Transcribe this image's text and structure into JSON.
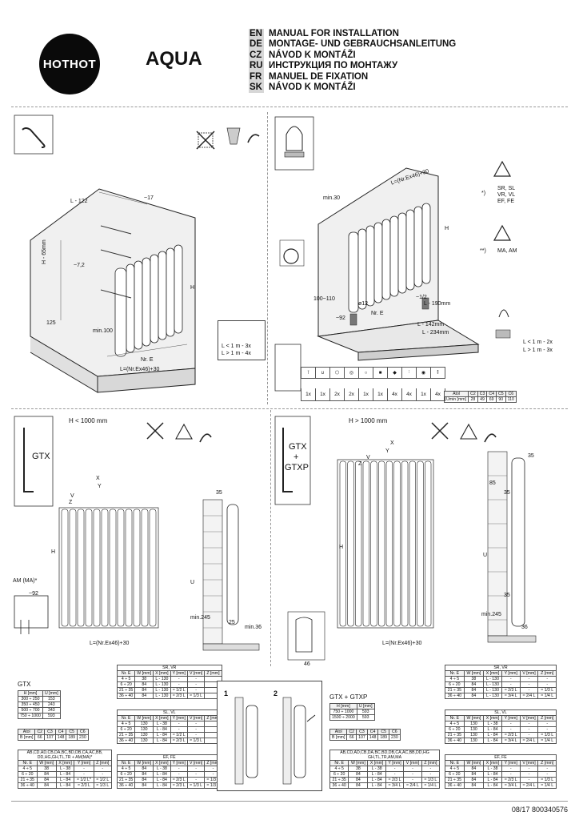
{
  "brand": "HOTHOT",
  "product": "AQUA",
  "languages": [
    {
      "code": "EN",
      "text": "MANUAL FOR INSTALLATION"
    },
    {
      "code": "DE",
      "text": "MONTAGE- UND GEBRAUCHSANLEITUNG"
    },
    {
      "code": "CZ",
      "text": "NÁVOD K MONTÁŽI"
    },
    {
      "code": "RU",
      "text": "ИНСТРУКЦИЯ ПО МОНТАЖУ"
    },
    {
      "code": "FR",
      "text": "MANUEL DE FIXATION"
    },
    {
      "code": "SK",
      "text": "NÁVOD K MONTÁŽI"
    }
  ],
  "top_left": {
    "dims": {
      "l122": "L - 122",
      "d17": "~17",
      "h65": "H - 65mm",
      "d72": "~7,2",
      "d125": "125",
      "min100": "min.100",
      "nre": "Nr. E",
      "lformula": "L=(Nr.Ex46)+30",
      "h": "H"
    },
    "rule1": "L < 1 m - 3x",
    "rule2": "L > 1 m - 4x"
  },
  "top_right": {
    "dims": {
      "lformula": "L=(Nr.Ex46)+30",
      "min30": "min.30",
      "h": "H",
      "d100": "100~110",
      "d12": "ø12",
      "d92": "~92",
      "nre": "Nr. E",
      "l142": "L - 142mm",
      "l234": "L - 234mm",
      "l190": "L - 190mm",
      "d12b": "~1/2"
    },
    "note1_mark": "*)",
    "note1": "SR, SL\nVR, VL\nEF, FE",
    "note2_mark": "**)",
    "note2": "MA, AM",
    "rule1": "L < 1 m - 2x",
    "rule2": "L > 1 m - 3x",
    "qty": [
      "1x",
      "1x",
      "2x",
      "2x",
      "1x",
      "1x",
      "4x",
      "4x",
      "1x",
      "4x"
    ],
    "atol_table": {
      "header": [
        "Atol",
        "C2",
        "C3",
        "C4",
        "C5",
        "C6"
      ],
      "row": [
        "Umin [mm]",
        "28",
        "49",
        "69",
        "90",
        "110"
      ]
    }
  },
  "mid_left": {
    "model": "GTX",
    "condition": "H < 1000 mm",
    "am_label": "AM (MA)*",
    "dims": {
      "x": "X",
      "y": "Y",
      "v": "V",
      "z": "Z",
      "h": "H",
      "u": "U",
      "min245": "min.245",
      "d35": "35",
      "min36": "min.36",
      "lformula": "L=(Nr.Ex46)+30",
      "d92": "~92",
      "d25": "25"
    }
  },
  "mid_right": {
    "model1": "GTX",
    "plus": "+",
    "model2": "GTXP",
    "condition": "H > 1000 mm",
    "dims": {
      "x": "X",
      "y": "Y",
      "v": "V",
      "z": "Z",
      "h": "H",
      "u": "U",
      "min245": "min.245",
      "d35": "35",
      "d36": "36",
      "d46": "46",
      "d85": "85",
      "d35b": "35",
      "d35c": "35",
      "lformula": "L=(Nr.Ex46)+30"
    }
  },
  "bottom_left": {
    "gtx_title": "GTX",
    "hu_table": {
      "header": [
        "H [mm]",
        "U [mm]"
      ],
      "rows": [
        [
          "300 ÷ 250",
          "153"
        ],
        [
          "350 ÷ 450",
          "243"
        ],
        [
          "500 ÷ 700",
          "343"
        ],
        [
          "750 ÷ 1000",
          "593"
        ]
      ]
    },
    "atol_table": {
      "header": [
        "Atol",
        "C2",
        "C3",
        "C4",
        "C5",
        "C6"
      ],
      "row": [
        "B [mm]",
        "66",
        "107",
        "148",
        "189",
        "230"
      ]
    },
    "multi_title": "AB,CD,AD,CB,DA,BC,BD,DB,CA,AC,BB,\nDD,HG,GH,TL,TR + AM(MA)*",
    "multi_table": {
      "header": [
        "Nr. E",
        "W [mm]",
        "X [mm]",
        "Y [mm]",
        "Z [mm]"
      ],
      "rows": [
        [
          "4 ÷ 5",
          "38",
          "L - 38",
          "-",
          "-"
        ],
        [
          "6 ÷ 20",
          "84",
          "L - 84",
          "-",
          "-"
        ],
        [
          "21 ÷ 35",
          "84",
          "L - 84",
          "≈ 1/2 L*",
          "≈ 1/2 L"
        ],
        [
          "36 ÷ 40",
          "84",
          "L - 84",
          "≈ 2/3 L",
          "≈ 1/3 L"
        ]
      ]
    },
    "sr_title": "SR, VR",
    "sl_title": "SL, VL",
    "ef_title": "EF, FE",
    "wxyvz_header": [
      "Nr. E",
      "W [mm]",
      "X [mm]",
      "Y [mm]",
      "V [mm]",
      "Z [mm]"
    ],
    "sr_rows": [
      [
        "4 ÷ 5",
        "38",
        "L - 130",
        "-",
        "-",
        ""
      ],
      [
        "6 ÷ 20",
        "84",
        "L - 130",
        "-",
        "-",
        ""
      ],
      [
        "21 ÷ 35",
        "84",
        "L - 130",
        "≈ 1/2 L",
        "-",
        ""
      ],
      [
        "36 ÷ 40",
        "84",
        "L - 130",
        "≈ 2/3 L",
        "≈ 1/3 L",
        ""
      ]
    ],
    "sl_rows": [
      [
        "4 ÷ 5",
        "130",
        "L - 38",
        "-",
        "-",
        ""
      ],
      [
        "6 ÷ 20",
        "130",
        "L - 84",
        "-",
        "-",
        ""
      ],
      [
        "21 ÷ 35",
        "130",
        "L - 84",
        "≈ 1/2 L",
        "-",
        ""
      ],
      [
        "36 ÷ 40",
        "130",
        "L - 84",
        "≈ 2/3 L",
        "≈ 1/3 L",
        ""
      ]
    ],
    "ef_rows": [
      [
        "4 ÷ 5",
        "84",
        "L - 38",
        "-",
        "-",
        "-"
      ],
      [
        "6 ÷ 20",
        "84",
        "L - 84",
        "-",
        "-",
        "-"
      ],
      [
        "21 ÷ 35",
        "84",
        "L - 84",
        "≈ 2/3 L",
        "-",
        "≈ 1/3 L"
      ],
      [
        "36 ÷ 40",
        "84",
        "L - 84",
        "≈ 2/3 L",
        "≈ 1/3 L",
        "≈ 1/3 L"
      ]
    ],
    "step1": "1",
    "step2": "2"
  },
  "bottom_right": {
    "gtx_title": "GTX + GTXP",
    "hu_table": {
      "header": [
        "H [mm]",
        "U [mm]"
      ],
      "rows": [
        [
          "750 ÷ 1000",
          "593"
        ],
        [
          "1500 ÷ 2000",
          "593"
        ]
      ]
    },
    "atol_table": {
      "header": [
        "Atol",
        "C2",
        "C3",
        "C4",
        "C5",
        "C6"
      ],
      "row": [
        "B [mm]",
        "66",
        "107",
        "148",
        "189",
        "230"
      ]
    },
    "multi_title": "AB,CD,AD,CB,DA,BC,BD,DB,CA,AC,BB,DD,HG\nGH,TL,TR,AM,MA",
    "multi_header": [
      "Nr. E",
      "W [mm]",
      "X [mm]",
      "Y [mm]",
      "V [mm]",
      "Z [mm]"
    ],
    "multi_rows": [
      [
        "4 ÷ 5",
        "38",
        "L - 38",
        "-",
        "-",
        "-"
      ],
      [
        "6 ÷ 20",
        "84",
        "L - 84",
        "-",
        "-",
        "-"
      ],
      [
        "21 ÷ 35",
        "84",
        "L - 84",
        "≈ 2/3 L",
        "-",
        "≈ 1/3 L"
      ],
      [
        "36 ÷ 40",
        "84",
        "L - 84",
        "≈ 3/4 L",
        "≈ 2/4 L",
        "≈ 1/4 L"
      ]
    ],
    "sr_title": "SR, VR",
    "sl_title": "SL, VL",
    "ef_title": "EF, FE",
    "sr_rows": [
      [
        "4 ÷ 5",
        "38",
        "L - 130",
        "-",
        "-",
        "-"
      ],
      [
        "6 ÷ 20",
        "84",
        "L - 130",
        "-",
        "-",
        "-"
      ],
      [
        "21 ÷ 35",
        "84",
        "L - 130",
        "≈ 2/3 L",
        "-",
        "≈ 1/3 L"
      ],
      [
        "36 ÷ 40",
        "84",
        "L - 130",
        "≈ 3/4 L",
        "≈ 2/4 L",
        "≈ 1/4 L"
      ]
    ],
    "sl_rows": [
      [
        "4 ÷ 5",
        "130",
        "L - 38",
        "-",
        "-",
        "-"
      ],
      [
        "6 ÷ 20",
        "130",
        "L - 84",
        "-",
        "-",
        "-"
      ],
      [
        "21 ÷ 35",
        "130",
        "L - 84",
        "≈ 2/3 L",
        "-",
        "≈ 1/3 L"
      ],
      [
        "36 ÷ 40",
        "130",
        "L - 84",
        "≈ 3/4 L",
        "≈ 2/4 L",
        "≈ 1/4 L"
      ]
    ],
    "ef_rows": [
      [
        "4 ÷ 5",
        "84",
        "L - 38",
        "-",
        "-",
        "-"
      ],
      [
        "6 ÷ 20",
        "84",
        "L - 84",
        "-",
        "-",
        "-"
      ],
      [
        "21 ÷ 35",
        "84",
        "L - 84",
        "≈ 2/3 L",
        "-",
        "≈ 1/3 L"
      ],
      [
        "36 ÷ 40",
        "84",
        "L - 84",
        "≈ 3/4 L",
        "≈ 2/4 L",
        "≈ 1/4 L"
      ]
    ]
  },
  "footer": "08/17  800340576"
}
